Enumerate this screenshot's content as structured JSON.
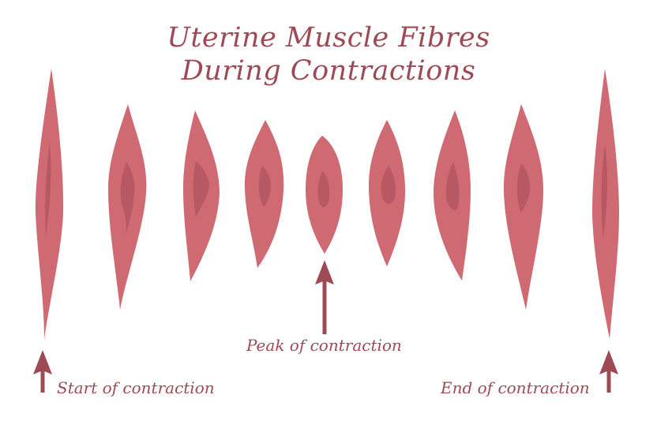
{
  "title": {
    "line1": "Uterine Muscle Fibres",
    "line2": "During Contractions"
  },
  "labels": {
    "start": "Start of contraction",
    "peak": "Peak of contraction",
    "end": "End of contraction"
  },
  "colors": {
    "text": "#9e4a55",
    "fibre": "#d06a72",
    "fibre_core": "#b85862",
    "arrow": "#9e4a55",
    "background": "#ffffff"
  },
  "fibre_count": 9
}
